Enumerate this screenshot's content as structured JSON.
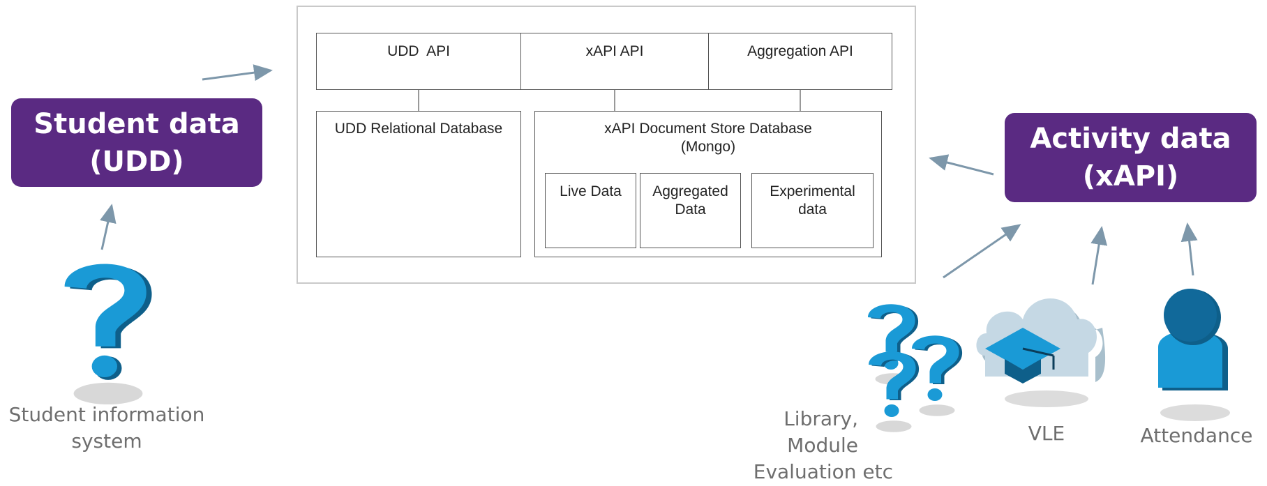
{
  "architecture": {
    "api_layer": {
      "udd_api": "UDD  API",
      "xapi_api": "xAPI API",
      "aggregation_api": "Aggregation API"
    },
    "udd_db": "UDD Relational Database",
    "xapi_db": {
      "title_line1": "xAPI Document Store Database",
      "title_line2": "(Mongo)",
      "sub_stores": {
        "live": "Live Data",
        "aggregated_line1": "Aggregated",
        "aggregated_line2": "Data",
        "experimental_line1": "Experimental",
        "experimental_line2": "data"
      }
    }
  },
  "student_data": {
    "line1": "Student data",
    "line2": "(UDD)"
  },
  "activity_data": {
    "line1": "Activity data",
    "line2": "(xAPI)"
  },
  "sources": {
    "sis_line1": "Student information",
    "sis_line2": "system",
    "library_line1": "Library,",
    "library_line2": "Module",
    "library_line3": "Evaluation etc",
    "vle": "VLE",
    "attendance": "Attendance"
  },
  "colors": {
    "purple": "#5a2a82",
    "icon_blue": "#1a9ad6",
    "icon_dark_blue": "#0e5f8a",
    "arrow": "#7d97aa",
    "cloud": "#c5d8e4"
  },
  "icons": [
    "question-mark-icon",
    "cloud-icon",
    "graduation-cap-icon",
    "person-icon",
    "arrow-icon"
  ]
}
